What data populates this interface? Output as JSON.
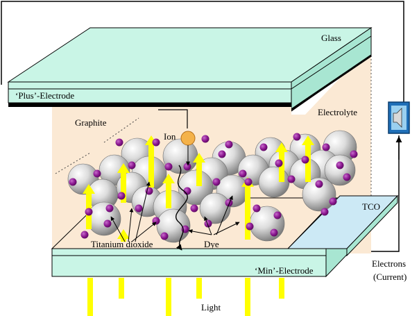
{
  "labels": {
    "glass": "Glass",
    "plus_electrode": "‘Plus’-Electrode",
    "electrolyte": "Electrolyte",
    "graphite": "Graphite",
    "ion": "Ion",
    "tco": "TCO",
    "titanium_dioxide": "Titanium dioxide",
    "dye": "Dye",
    "min_electrode": "‘Min’-Electrode",
    "electrons_line1": "Electrons",
    "electrons_line2": "(Current)",
    "light": "Light"
  },
  "icons": {
    "speaker": "speaker-icon"
  },
  "colors": {
    "glass_top": "#c9f5e6",
    "glass_side": "#a8e6d2",
    "electrolyte": "#fbe9d4",
    "tco": "#cce9f5",
    "sphere_light": "#fafafa",
    "sphere_dark": "#8a8a8a",
    "dye": "#8a168f",
    "light_arrow": "#ffff00",
    "ion": "#f4b24a",
    "speaker_box": "#1f6fb8"
  }
}
